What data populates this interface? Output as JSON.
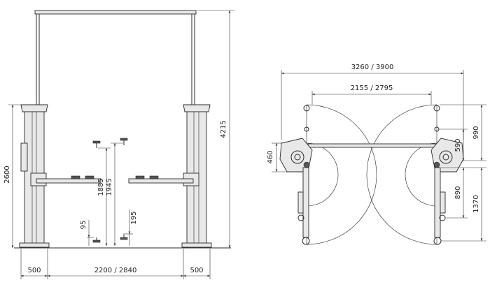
{
  "front_view": {
    "dimensions": {
      "overall_height": "4215",
      "column_height": "2600",
      "lift_height_low": "1885",
      "lift_height_high": "1945",
      "pad_height_low": "95",
      "pad_height_high": "195",
      "column_left_width": "500",
      "column_right_width": "500",
      "inner_width": "2200 / 2840"
    }
  },
  "top_view": {
    "dimensions": {
      "overall_width": "3260 / 3900",
      "inner_width": "2155 / 2795",
      "column_depth": "460",
      "front_offset": "990",
      "arm_offset": "590",
      "short_arm": "890",
      "long_arm": "1370"
    }
  }
}
